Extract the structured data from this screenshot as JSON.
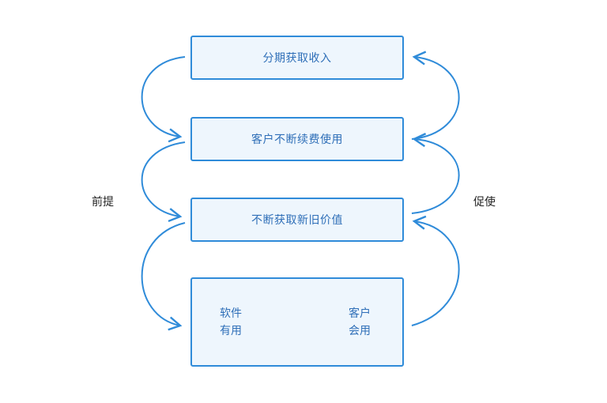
{
  "diagram": {
    "boxes": [
      {
        "label": "分期获取收入"
      },
      {
        "label": "客户不断续费使用"
      },
      {
        "label": "不断获取新旧价值"
      }
    ],
    "bottom_box": {
      "left_line1": "软件",
      "left_line2": "有用",
      "right_line1": "客户",
      "right_line2": "会用"
    },
    "left_label": "前提",
    "right_label": "促使",
    "colors": {
      "accent": "#2f8bd9",
      "box_fill": "#eef6fd",
      "box_text": "#2f6fb8"
    }
  }
}
